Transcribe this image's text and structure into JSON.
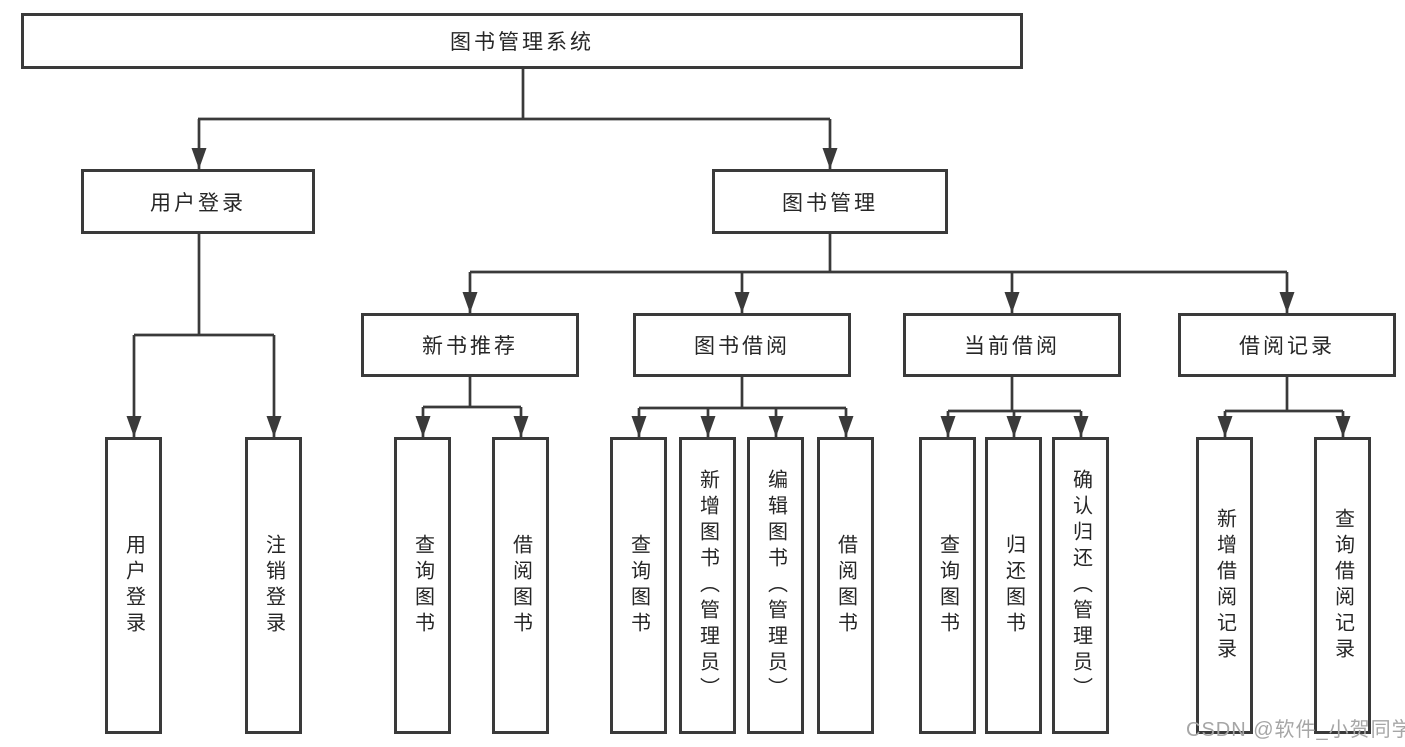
{
  "tree": {
    "label": "图书管理系统",
    "children": [
      {
        "label": "用户登录",
        "children": [
          {
            "label": "用户登录"
          },
          {
            "label": "注销登录"
          }
        ]
      },
      {
        "label": "图书管理",
        "children": [
          {
            "label": "新书推荐",
            "children": [
              {
                "label": "查询图书"
              },
              {
                "label": "借阅图书"
              }
            ]
          },
          {
            "label": "图书借阅",
            "children": [
              {
                "label": "查询图书"
              },
              {
                "label": "新增图书（管理员）"
              },
              {
                "label": "编辑图书（管理员）"
              },
              {
                "label": "借阅图书"
              }
            ]
          },
          {
            "label": "当前借阅",
            "children": [
              {
                "label": "查询图书"
              },
              {
                "label": "归还图书"
              },
              {
                "label": "确认归还（管理员）"
              }
            ]
          },
          {
            "label": "借阅记录",
            "children": [
              {
                "label": "新增借阅记录"
              },
              {
                "label": "查询借阅记录"
              }
            ]
          }
        ]
      }
    ]
  },
  "watermark": {
    "text": "CSDN @软件_小贺同学"
  },
  "colors": {
    "background": "#ffffff",
    "line": "#3a3a3a",
    "box_border": "#3a3a3a",
    "text": "#262626",
    "watermark": "#a6a6a6"
  }
}
